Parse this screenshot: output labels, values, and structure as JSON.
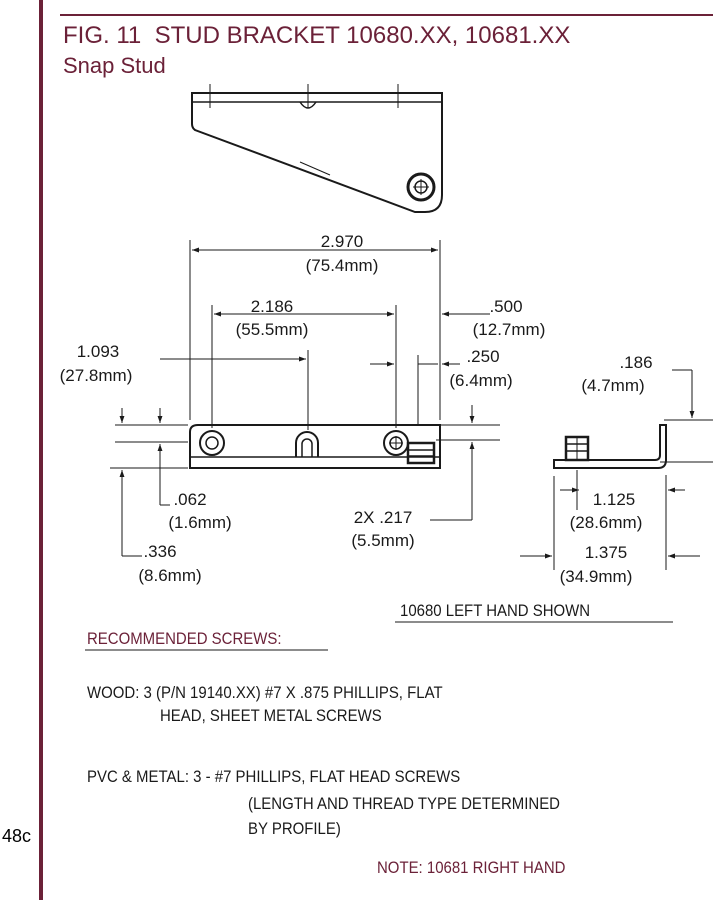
{
  "title": "FIG. 11  STUD BRACKET 10680.XX, 10681.XX",
  "subtitle": "Snap Stud",
  "page_number": "48c",
  "dimensions": {
    "overall": {
      "in": "2.970",
      "mm": "(75.4mm)"
    },
    "hole_spacing": {
      "in": "2.186",
      "mm": "(55.5mm)"
    },
    "end_offset": {
      "in": ".500",
      "mm": "(12.7mm)"
    },
    "half_spacing": {
      "in": "1.093",
      "mm": "(27.8mm)"
    },
    "edge_offset": {
      "in": ".250",
      "mm": "(6.4mm)"
    },
    "thickness": {
      "in": ".062",
      "mm": "(1.6mm)"
    },
    "height": {
      "in": ".336",
      "mm": "(8.6mm)"
    },
    "hole_dia": {
      "in": "2X .217",
      "mm": "(5.5mm)"
    },
    "flange": {
      "in": ".186",
      "mm": "(4.7mm)"
    },
    "stud_dist": {
      "in": "1.125",
      "mm": "(28.6mm)"
    },
    "side_length": {
      "in": "1.375",
      "mm": "(34.9mm)"
    }
  },
  "left_hand_label": "10680 LEFT HAND SHOWN",
  "screws": {
    "heading": "RECOMMENDED SCREWS:",
    "wood_line1": "WOOD: 3 (P/N 19140.XX) #7 X .875 PHILLIPS, FLAT",
    "wood_line2": "HEAD, SHEET METAL SCREWS",
    "pvc_line1": "PVC & METAL: 3 - #7 PHILLIPS, FLAT HEAD SCREWS",
    "pvc_line2": "(LENGTH AND THREAD TYPE DETERMINED",
    "pvc_line3": "BY PROFILE)"
  },
  "note": "NOTE: 10681 RIGHT HAND",
  "colors": {
    "accent": "#6b2138",
    "ink": "#1a1a1a"
  }
}
